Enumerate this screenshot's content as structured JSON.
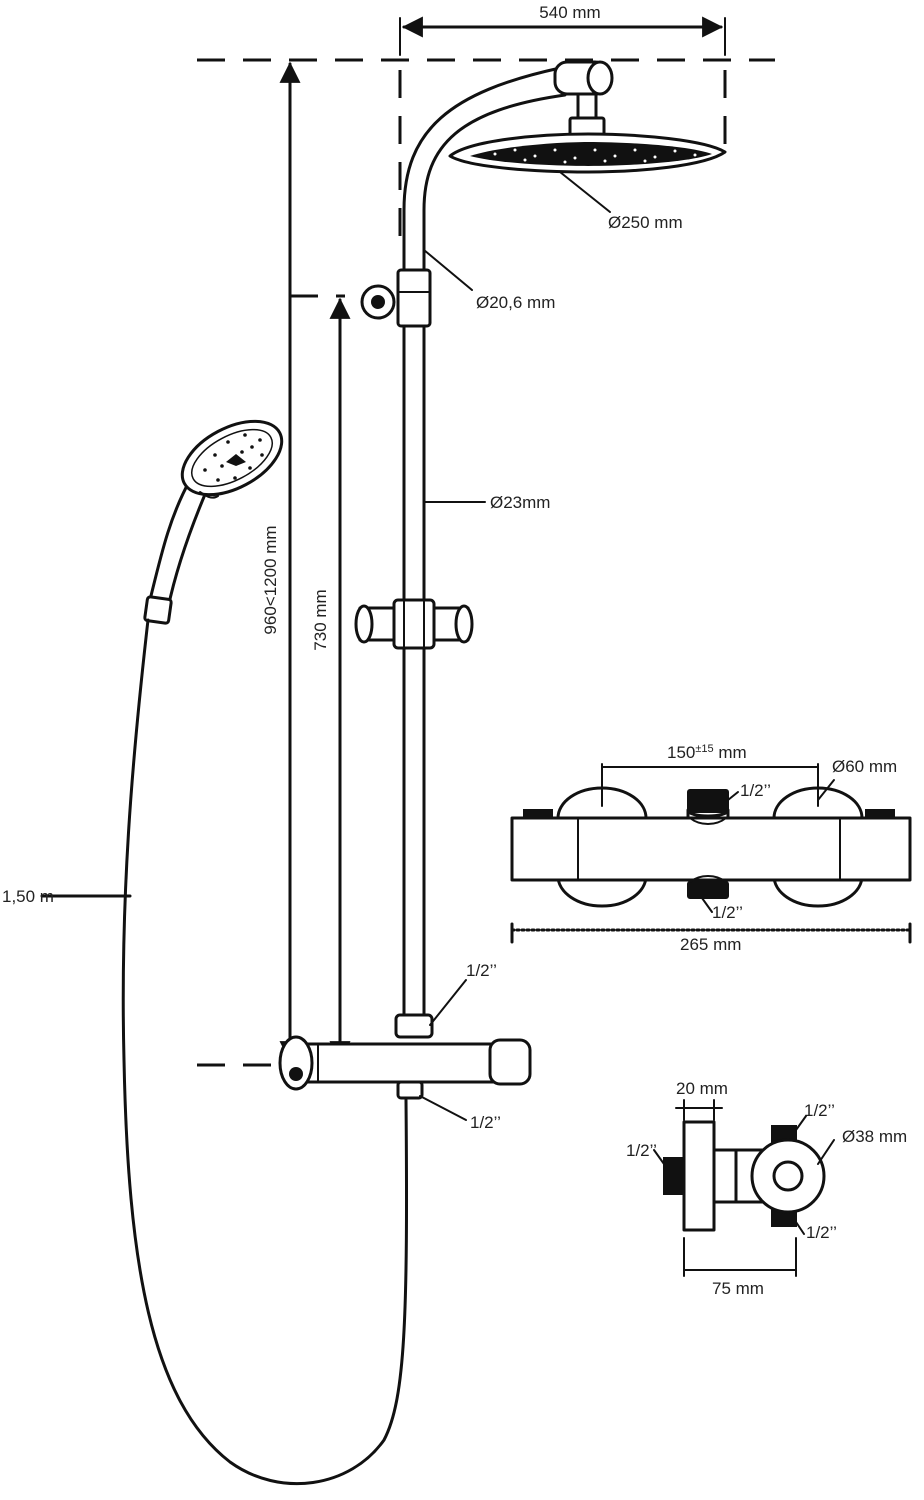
{
  "labels": {
    "width_overall": "540 mm",
    "head_diameter": "Ø250 mm",
    "arm_diameter": "Ø20,6 mm",
    "rail_diameter": "Ø23mm",
    "height_range": "960<1200 mm",
    "rail_length": "730 mm",
    "hose_length": "1,50 m",
    "inlet_top": "1/2’’",
    "inlet_bottom": "1/2’’",
    "valve_spacing_base": "150",
    "valve_spacing_tol": "±15",
    "valve_spacing_unit": " mm",
    "knob_diameter": "Ø60 mm",
    "valve_top_thread": "1/2’’",
    "valve_bottom_thread": "1/2’’",
    "valve_length": "265 mm",
    "side_depth": "20 mm",
    "side_left_thread": "1/2’’",
    "side_top_thread": "1/2’’",
    "side_knob_diameter": "Ø38 mm",
    "side_bottom_thread": "1/2’’",
    "side_length": "75 mm"
  }
}
